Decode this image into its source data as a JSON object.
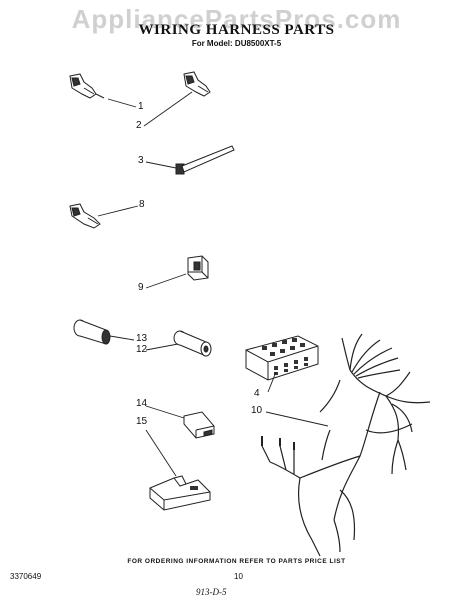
{
  "watermark": "AppliancePartsPros.com",
  "title": "WIRING HARNESS PARTS",
  "subtitle": "For Model: DU8500XT-5",
  "footer_note": "FOR ORDERING INFORMATION REFER TO PARTS PRICE LIST",
  "doc_number": "3370649",
  "page_number": "10",
  "handwritten_note": "913-D-5",
  "callouts": [
    "1",
    "2",
    "3",
    "8",
    "9",
    "13",
    "12",
    "4",
    "10",
    "14",
    "15"
  ],
  "line_color": "#222222"
}
